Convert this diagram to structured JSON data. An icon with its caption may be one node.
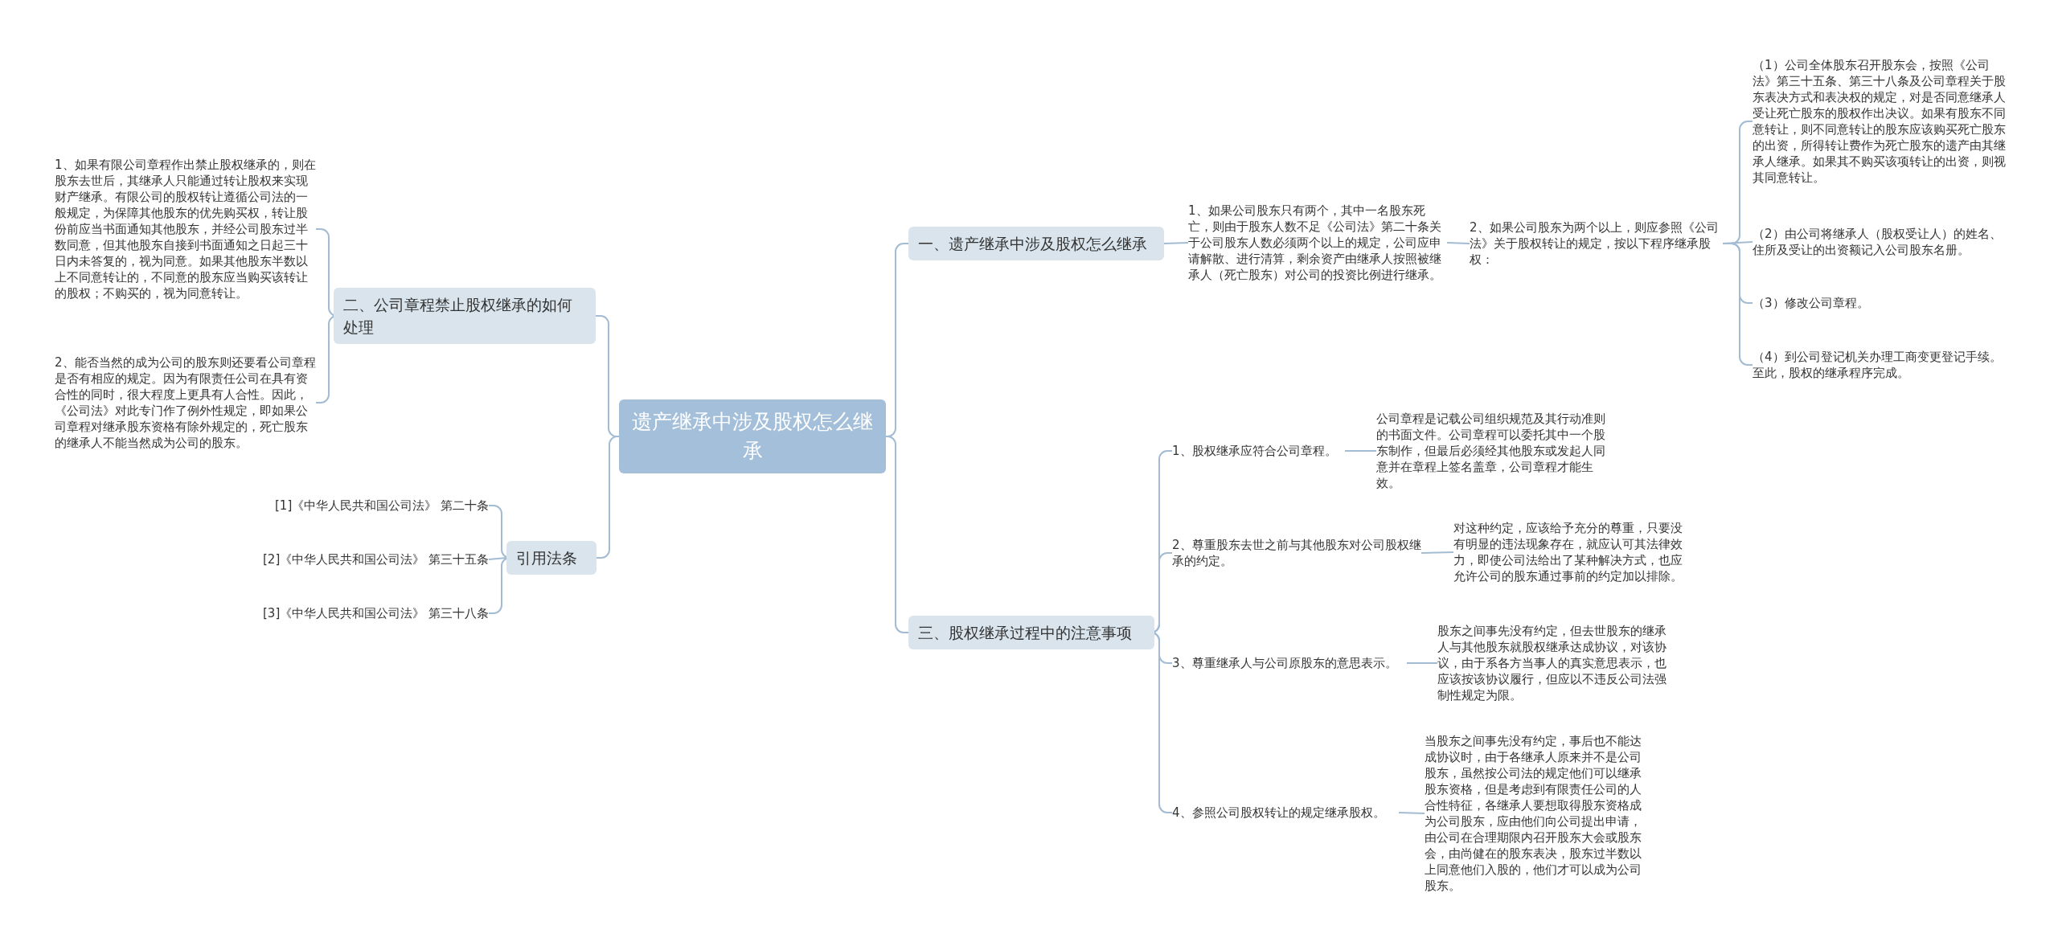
{
  "diagram": {
    "nodes": [
      {
        "text": [
          "遗产继承中涉及股权怎么继承"
        ]
      },
      {
        "text": [
          "一、遗产继承中涉及股权怎么继承"
        ]
      },
      {
        "text": [
          "1、如果公司股东只有两个，其中一名股东死亡，则由于股东人数不足《公司法》第二十条关于公司股东人数必须两个以上的规定，公司应申请解散、进行清算，剩余资产由继承人按照被继承人（死亡股东）对公司的投资比例进行继承。"
        ]
      },
      {
        "text": [
          "2、如果公司股东为两个以上，则应参照《公司法》关于股权转让的规定，按以下程序继承股权："
        ]
      },
      {
        "text": [
          "（1）公司全体股东召开股东会，按照《公司法》第三十五条、第三十八条及公司章程关于股东表决方式和表决权的规定，对是否同意继承人受让死亡股东的股权作出决议。如果有股东不同意转让，则不同意转让的股东应该购买死亡股东的出资，所得转让费作为死亡股东的遗产由其继承人继承。如果其不购买该项转让的出资，则视其同意转让。"
        ]
      },
      {
        "text": [
          "（2）由公司将继承人（股权受让人）的姓名、住所及受让的出资额记入公司股东名册。"
        ]
      },
      {
        "text": [
          "（3）修改公司章程。"
        ]
      },
      {
        "text": [
          "（4）到公司登记机关办理工商变更登记手续。至此，股权的继承程序完成。"
        ]
      },
      {
        "text": [
          "三、股权继承过程中的注意事项"
        ]
      },
      {
        "text": [
          "1、股权继承应符合公司章程。"
        ]
      },
      {
        "text": [
          "公司章程是记载公司组织规范及其行动准则的书面文件。公司章程可以委托其中一个股东制作，但最后必须经其他股东或发起人同意并在章程上签名盖章，公司章程才能生效。"
        ]
      },
      {
        "text": [
          "2、尊重股东去世之前与其他股东对公司股权继承的约定。"
        ]
      },
      {
        "text": [
          "对这种约定，应该给予充分的尊重，只要没有明显的违法现象存在，就应认可其法律效力，即使公司法给出了某种解决方式，也应允许公司的股东通过事前的约定加以排除。"
        ]
      },
      {
        "text": [
          "3、尊重继承人与公司原股东的意思表示。"
        ]
      },
      {
        "text": [
          "股东之间事先没有约定，但去世股东的继承人与其他股东就股权继承达成协议，对该协议，由于系各方当事人的真实意思表示，也应该按该协议履行，但应以不违反公司法强制性规定为限。"
        ]
      },
      {
        "text": [
          "4、参照公司股权转让的规定继承股权。"
        ]
      },
      {
        "text": [
          "当股东之间事先没有约定，事后也不能达成协议时，由于各继承人原来并不是公司股东，虽然按公司法的规定他们可以继承股东资格，但是考虑到有限责任公司的人合性特征，各继承人要想取得股东资格成为公司股东，应由他们向公司提出申请，由公司在合理期限内召开股东大会或股东会，由尚健在的股东表决，股东过半数以上同意他们入股的，他们才可以成为公司股东。"
        ]
      },
      {
        "text": [
          "二、公司章程禁止股权继承的如何处理"
        ]
      },
      {
        "text": [
          "1、如果有限公司章程作出禁止股权继承的，则在股东去世后，其继承人只能通过转让股权来实现财产继承。有限公司的股权转让遵循公司法的一般规定，为保障其他股东的优先购买权，转让股份前应当书面通知其他股东，并经公司股东过半数同意，但其他股东自接到书面通知之日起三十日内未答复的，视为同意。如果其他股东半数以上不同意转让的，不同意的股东应当购买该转让的股权；不购买的，视为同意转让。"
        ]
      },
      {
        "text": [
          "2、能否当然的成为公司的股东则还要看公司章程是否有相应的规定。因为有限责任公司在具有资合性的同时，很大程度上更具有人合性。因此，《公司法》对此专门作了例外性规定，即如果公司章程对继承股东资格有除外规定的，死亡股东的继承人不能当然成为公司的股东。"
        ]
      },
      {
        "text": [
          "引用法条"
        ]
      },
      {
        "text": [
          "[1]《中华人民共和国公司法》 第二十条"
        ]
      },
      {
        "text": [
          "[2]《中华人民共和国公司法》 第三十五条"
        ]
      },
      {
        "text": [
          "[3]《中华人民共和国公司法》 第三十八条"
        ]
      }
    ],
    "edges": [
      {
        "from": 0,
        "to": 1,
        "arrow": "none"
      },
      {
        "from": 1,
        "to": 2,
        "arrow": "none"
      },
      {
        "from": 2,
        "to": 3,
        "arrow": "none"
      },
      {
        "from": 3,
        "to": 4,
        "arrow": "none"
      },
      {
        "from": 3,
        "to": 5,
        "arrow": "none"
      },
      {
        "from": 3,
        "to": 6,
        "arrow": "none"
      },
      {
        "from": 3,
        "to": 7,
        "arrow": "none"
      },
      {
        "from": 0,
        "to": 8,
        "arrow": "none"
      },
      {
        "from": 8,
        "to": 9,
        "arrow": "none"
      },
      {
        "from": 9,
        "to": 10,
        "arrow": "none"
      },
      {
        "from": 8,
        "to": 11,
        "arrow": "none"
      },
      {
        "from": 11,
        "to": 12,
        "arrow": "none"
      },
      {
        "from": 8,
        "to": 13,
        "arrow": "none"
      },
      {
        "from": 13,
        "to": 14,
        "arrow": "none"
      },
      {
        "from": 8,
        "to": 15,
        "arrow": "none"
      },
      {
        "from": 15,
        "to": 16,
        "arrow": "none"
      },
      {
        "from": 0,
        "to": 17,
        "arrow": "none"
      },
      {
        "from": 17,
        "to": 18,
        "arrow": "none"
      },
      {
        "from": 17,
        "to": 19,
        "arrow": "none"
      },
      {
        "from": 0,
        "to": 20,
        "arrow": "none"
      },
      {
        "from": 20,
        "to": 21,
        "arrow": "none"
      },
      {
        "from": 20,
        "to": 22,
        "arrow": "none"
      },
      {
        "from": 20,
        "to": 23,
        "arrow": "none"
      }
    ]
  }
}
